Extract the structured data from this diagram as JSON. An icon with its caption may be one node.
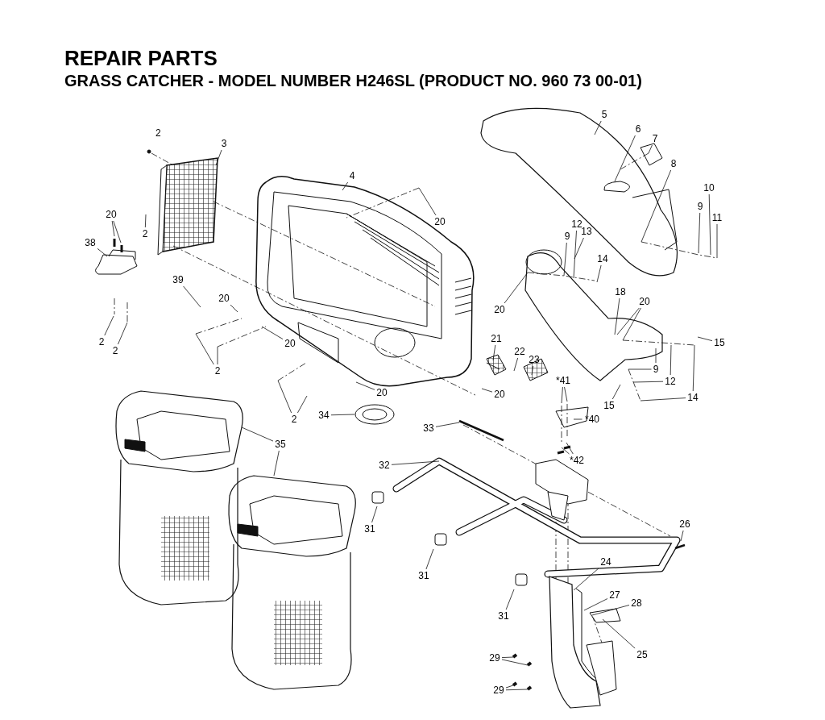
{
  "diagram": {
    "title": "REPAIR PARTS",
    "nodes": [
      {
        "text": [
          "3"
        ]
      },
      {
        "text": [
          "4"
        ]
      },
      {
        "text": [
          "5"
        ]
      },
      {
        "text": [
          "6"
        ]
      },
      {
        "text": [
          "7"
        ]
      },
      {
        "text": [
          "8"
        ]
      },
      {
        "text": [
          "10"
        ]
      },
      {
        "text": [
          "9"
        ]
      },
      {
        "text": [
          "11"
        ]
      },
      {
        "text": [
          "12"
        ]
      },
      {
        "text": [
          "13"
        ]
      },
      {
        "text": [
          "9"
        ]
      },
      {
        "text": [
          "14"
        ]
      },
      {
        "text": [
          "20"
        ]
      },
      {
        "text": [
          "20"
        ]
      },
      {
        "text": [
          "2"
        ]
      },
      {
        "text": [
          "38"
        ]
      },
      {
        "text": [
          "39"
        ]
      },
      {
        "text": [
          "18"
        ]
      },
      {
        "text": [
          "20"
        ]
      },
      {
        "text": [
          "20"
        ]
      },
      {
        "text": [
          "20"
        ]
      },
      {
        "text": [
          "20"
        ]
      },
      {
        "text": [
          "21"
        ]
      },
      {
        "text": [
          "15"
        ]
      },
      {
        "text": [
          "2"
        ]
      },
      {
        "text": [
          "2"
        ]
      },
      {
        "text": [
          "22"
        ]
      },
      {
        "text": [
          "23"
        ]
      },
      {
        "text": [
          "2"
        ]
      },
      {
        "text": [
          "9"
        ]
      },
      {
        "text": [
          "*41"
        ]
      },
      {
        "text": [
          "20"
        ]
      },
      {
        "text": [
          "12"
        ]
      },
      {
        "text": [
          "20"
        ]
      },
      {
        "text": [
          "14"
        ]
      },
      {
        "text": [
          "15"
        ]
      },
      {
        "text": [
          "2"
        ]
      },
      {
        "text": [
          "34"
        ]
      },
      {
        "text": [
          "*40"
        ]
      },
      {
        "text": [
          "33"
        ]
      },
      {
        "text": [
          "35"
        ]
      },
      {
        "text": [
          "*42"
        ]
      },
      {
        "text": [
          "32"
        ]
      },
      {
        "text": [
          "26"
        ]
      },
      {
        "text": [
          "31"
        ]
      },
      {
        "text": [
          "24"
        ]
      },
      {
        "text": [
          "31"
        ]
      },
      {
        "text": [
          "27"
        ]
      },
      {
        "text": [
          "28"
        ]
      },
      {
        "text": [
          "31"
        ]
      },
      {
        "text": [
          "25"
        ]
      },
      {
        "text": [
          "29"
        ]
      },
      {
        "text": [
          "29"
        ]
      }
    ],
    "edges": [
      {
        "from": 0,
        "to": null,
        "arrow": "none"
      },
      {
        "from": 1,
        "to": null,
        "arrow": "none"
      },
      {
        "from": 2,
        "to": null,
        "arrow": "none"
      },
      {
        "from": 3,
        "to": null,
        "arrow": "none"
      },
      {
        "from": 4,
        "to": null,
        "arrow": "none"
      },
      {
        "from": 5,
        "to": null,
        "arrow": "none"
      },
      {
        "from": 6,
        "to": null,
        "arrow": "none"
      },
      {
        "from": 7,
        "to": null,
        "arrow": "none"
      },
      {
        "from": 8,
        "to": null,
        "arrow": "none"
      },
      {
        "from": 9,
        "to": null,
        "arrow": "none"
      },
      {
        "from": 10,
        "to": null,
        "arrow": "none"
      },
      {
        "from": 11,
        "to": null,
        "arrow": "none"
      },
      {
        "from": 12,
        "to": null,
        "arrow": "none"
      },
      {
        "from": 13,
        "to": null,
        "arrow": "none"
      },
      {
        "from": 14,
        "to": null,
        "arrow": "none"
      },
      {
        "from": 14,
        "to": null,
        "arrow": "none"
      },
      {
        "from": 15,
        "to": null,
        "arrow": "none"
      },
      {
        "from": 16,
        "to": null,
        "arrow": "none"
      },
      {
        "from": 17,
        "to": null,
        "arrow": "none"
      },
      {
        "from": 18,
        "to": null,
        "arrow": "none"
      },
      {
        "from": 19,
        "to": null,
        "arrow": "none"
      },
      {
        "from": 19,
        "to": null,
        "arrow": "none"
      },
      {
        "from": 20,
        "to": null,
        "arrow": "none"
      },
      {
        "from": 21,
        "to": null,
        "arrow": "none"
      },
      {
        "from": 22,
        "to": null,
        "arrow": "none"
      },
      {
        "from": 23,
        "to": null,
        "arrow": "none"
      },
      {
        "from": 24,
        "to": null,
        "arrow": "none"
      },
      {
        "from": 25,
        "to": null,
        "arrow": "none"
      },
      {
        "from": 26,
        "to": null,
        "arrow": "none"
      },
      {
        "from": 27,
        "to": null,
        "arrow": "none"
      },
      {
        "from": 28,
        "to": null,
        "arrow": "none"
      },
      {
        "from": 29,
        "to": null,
        "arrow": "none"
      },
      {
        "from": 29,
        "to": null,
        "arrow": "none"
      },
      {
        "from": 30,
        "to": null,
        "arrow": "none"
      },
      {
        "from": 30,
        "to": null,
        "arrow": "none"
      },
      {
        "from": 31,
        "to": null,
        "arrow": "none"
      },
      {
        "from": 31,
        "to": null,
        "arrow": "none"
      },
      {
        "from": 32,
        "to": null,
        "arrow": "none"
      },
      {
        "from": 33,
        "to": null,
        "arrow": "none"
      },
      {
        "from": 33,
        "to": null,
        "arrow": "none"
      },
      {
        "from": 34,
        "to": null,
        "arrow": "none"
      },
      {
        "from": 35,
        "to": null,
        "arrow": "none"
      },
      {
        "from": 35,
        "to": null,
        "arrow": "none"
      },
      {
        "from": 36,
        "to": null,
        "arrow": "none"
      },
      {
        "from": 37,
        "to": null,
        "arrow": "none"
      },
      {
        "from": 37,
        "to": null,
        "arrow": "none"
      },
      {
        "from": 38,
        "to": null,
        "arrow": "none"
      },
      {
        "from": 39,
        "to": null,
        "arrow": "none"
      },
      {
        "from": 40,
        "to": null,
        "arrow": "none"
      },
      {
        "from": 41,
        "to": null,
        "arrow": "none"
      },
      {
        "from": 41,
        "to": null,
        "arrow": "none"
      },
      {
        "from": 42,
        "to": null,
        "arrow": "none"
      },
      {
        "from": 42,
        "to": null,
        "arrow": "none"
      },
      {
        "from": 43,
        "to": null,
        "arrow": "none"
      },
      {
        "from": 44,
        "to": null,
        "arrow": "none"
      },
      {
        "from": 45,
        "to": null,
        "arrow": "none"
      },
      {
        "from": 46,
        "to": null,
        "arrow": "none"
      },
      {
        "from": 47,
        "to": null,
        "arrow": "none"
      },
      {
        "from": 48,
        "to": null,
        "arrow": "none"
      },
      {
        "from": 49,
        "to": null,
        "arrow": "none"
      },
      {
        "from": 50,
        "to": null,
        "arrow": "none"
      },
      {
        "from": 51,
        "to": null,
        "arrow": "none"
      },
      {
        "from": 52,
        "to": null,
        "arrow": "none"
      },
      {
        "from": 52,
        "to": null,
        "arrow": "none"
      },
      {
        "from": 53,
        "to": null,
        "arrow": "none"
      },
      {
        "from": 53,
        "to": null,
        "arrow": "none"
      }
    ],
    "labels": [
      "GRASS CATCHER - MODEL NUMBER H246SL (PRODUCT NO. 960 73 00-01)",
      "2"
    ]
  }
}
